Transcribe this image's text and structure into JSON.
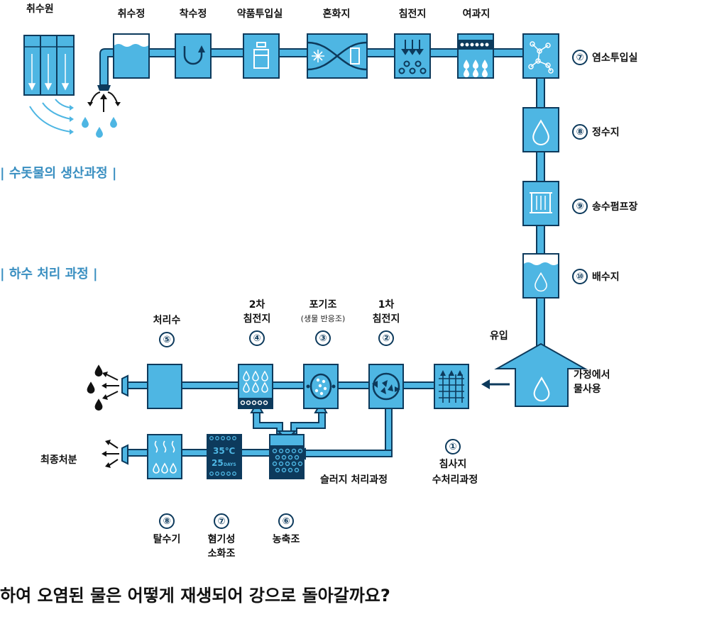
{
  "colors": {
    "blue": "#4eb6e3",
    "dark": "#0d3a5c",
    "heading": "#3a8fc1"
  },
  "drinking": {
    "section_title": "| 수돗물의 생산과정 |",
    "source_label": "취수원",
    "top_labels": [
      "취수정",
      "착수정",
      "약품투입실",
      "혼화지",
      "침전지",
      "여과지"
    ],
    "right_steps": [
      {
        "num": "⑦",
        "label": "염소투입실"
      },
      {
        "num": "⑧",
        "label": "정수지"
      },
      {
        "num": "⑨",
        "label": "송수펌프장"
      },
      {
        "num": "⑩",
        "label": "배수지"
      }
    ]
  },
  "sewage": {
    "section_title": "| 하수 처리 과정 |",
    "inflow_label": "유입",
    "home_label_line1": "가정에서",
    "home_label_line2": "물사용",
    "steps": [
      {
        "num": "①",
        "line1": "침사지",
        "line2": "수처리과정"
      },
      {
        "num": "②",
        "line1": "1차",
        "line2": "침전지"
      },
      {
        "num": "③",
        "line1": "포기조",
        "line2": "(생물 반응조)"
      },
      {
        "num": "④",
        "line1": "2차",
        "line2": "침전지"
      },
      {
        "num": "⑤",
        "line1": "처리수"
      },
      {
        "num": "⑥",
        "line1": "농축조"
      },
      {
        "num": "⑦",
        "line1": "혐기성",
        "line2": "소화조"
      },
      {
        "num": "⑧",
        "line1": "탈수기"
      }
    ],
    "sludge_label": "슬러지 처리과정",
    "final_label": "최종처분",
    "digester_temp": "35℃",
    "digester_days_num": "25",
    "digester_days_unit": "DAYS"
  },
  "question": "하여 오염된 물은 어떻게 재생되어 강으로 돌아갈까요?"
}
